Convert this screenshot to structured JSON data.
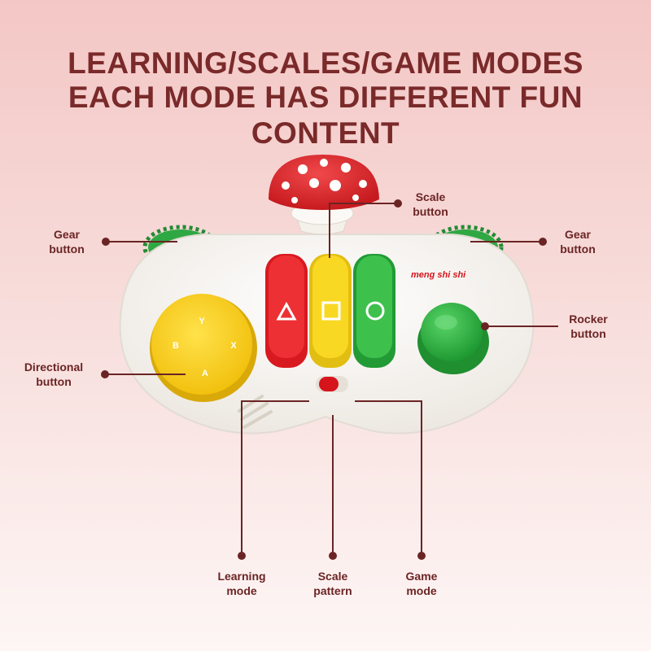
{
  "headline": {
    "line1": "LEARNING/SCALES/GAME MODES",
    "line2": "EACH MODE HAS DIFFERENT FUN CONTENT"
  },
  "brand": "meng shi shi",
  "dpad_letters": {
    "top": "Y",
    "left": "B",
    "right": "X",
    "bottom": "A"
  },
  "callouts": {
    "gear_left": {
      "line1": "Gear",
      "line2": "button"
    },
    "gear_right": {
      "line1": "Gear",
      "line2": "button"
    },
    "scale_button": {
      "line1": "Scale",
      "line2": "button"
    },
    "rocker": {
      "line1": "Rocker",
      "line2": "button"
    },
    "directional": {
      "line1": "Directional",
      "line2": "button"
    },
    "learning_mode": {
      "line1": "Learning",
      "line2": "mode"
    },
    "scale_pattern": {
      "line1": "Scale",
      "line2": "pattern"
    },
    "game_mode": {
      "line1": "Game",
      "line2": "mode"
    }
  },
  "colors": {
    "accent": "#7a2a2a",
    "red": "#e3262a",
    "yellow": "#f5d21c",
    "green": "#35b845",
    "body": "#f7f4ef"
  }
}
